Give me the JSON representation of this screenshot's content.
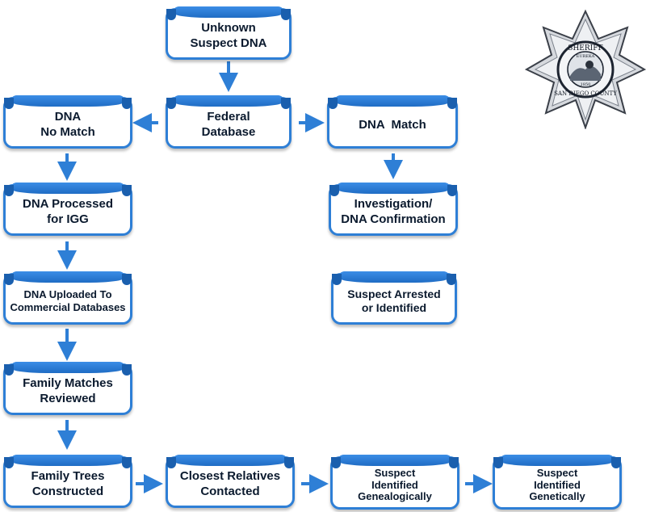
{
  "nodes": {
    "unknown_dna": "Unknown\nSuspect DNA",
    "federal_db": "Federal\nDatabase",
    "dna_no_match": "DNA\nNo Match",
    "dna_match": "DNA  Match",
    "dna_processed": "DNA Processed\nfor IGG",
    "investigation": "Investigation/\nDNA Confirmation",
    "dna_uploaded": "DNA Uploaded To\nCommercial Databases",
    "suspect_arrested": "Suspect Arrested\nor Identified",
    "family_matches": "Family Matches\nReviewed",
    "family_trees": "Family Trees\nConstructed",
    "closest_relatives": "Closest Relatives\nContacted",
    "identified_genealogically": "Suspect\nIdentified\nGenealogically",
    "identified_genetically": "Suspect\nIdentified\nGenetically"
  },
  "badge": {
    "top_text": "SHERIFF",
    "ring_text": "SAN DIEGO COUNTY",
    "motto": "EUREKA",
    "year": "1850"
  },
  "colors": {
    "accent": "#2e7fd6",
    "text": "#0b1a2e"
  }
}
